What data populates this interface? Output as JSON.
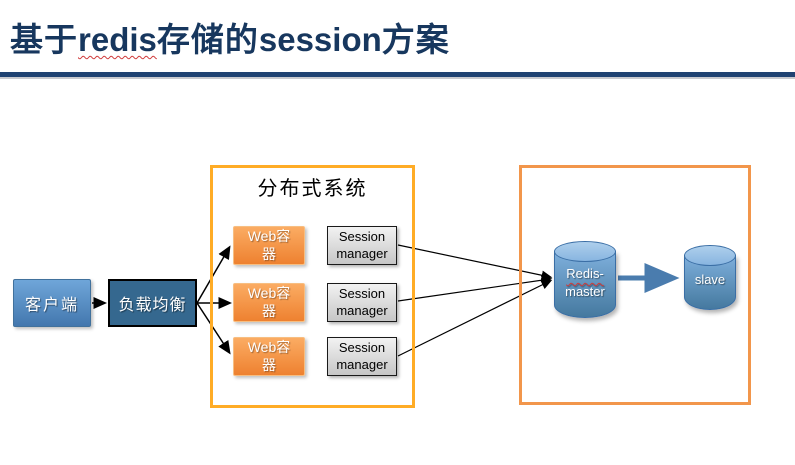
{
  "title": {
    "part1": "基于",
    "keyword1": "redis",
    "part2": "存储的",
    "keyword2": "session",
    "part3": "方案"
  },
  "diagram": {
    "client": {
      "label": "客户端"
    },
    "load_balancer": {
      "label": "负载均衡"
    },
    "distributed_system": {
      "label": "分布式系统",
      "web_containers": [
        {
          "label": "Web容器"
        },
        {
          "label": "Web容器"
        },
        {
          "label": "Web容器"
        }
      ],
      "session_managers": [
        {
          "label": "Session manager"
        },
        {
          "label": "Session manager"
        },
        {
          "label": "Session manager"
        }
      ]
    },
    "redis_cluster": {
      "master": {
        "label_line1": "Redis-",
        "label_line2": "master"
      },
      "slave": {
        "label": "slave"
      }
    }
  },
  "colors": {
    "title_text": "#17375E",
    "title_rule": "#1F4272",
    "client_fill": "#4377AE",
    "load_balancer_fill": "#35688F",
    "distributed_border": "#FFAC26",
    "redis_border": "#F2964B",
    "web_container_fill": "#EE8130",
    "session_manager_fill": "#D9D9D9",
    "cylinder_fill": "#5B93C4",
    "replication_arrow": "#4A7CAE",
    "connector": "#000000",
    "spellcheck_underline": "#D03A3A"
  }
}
